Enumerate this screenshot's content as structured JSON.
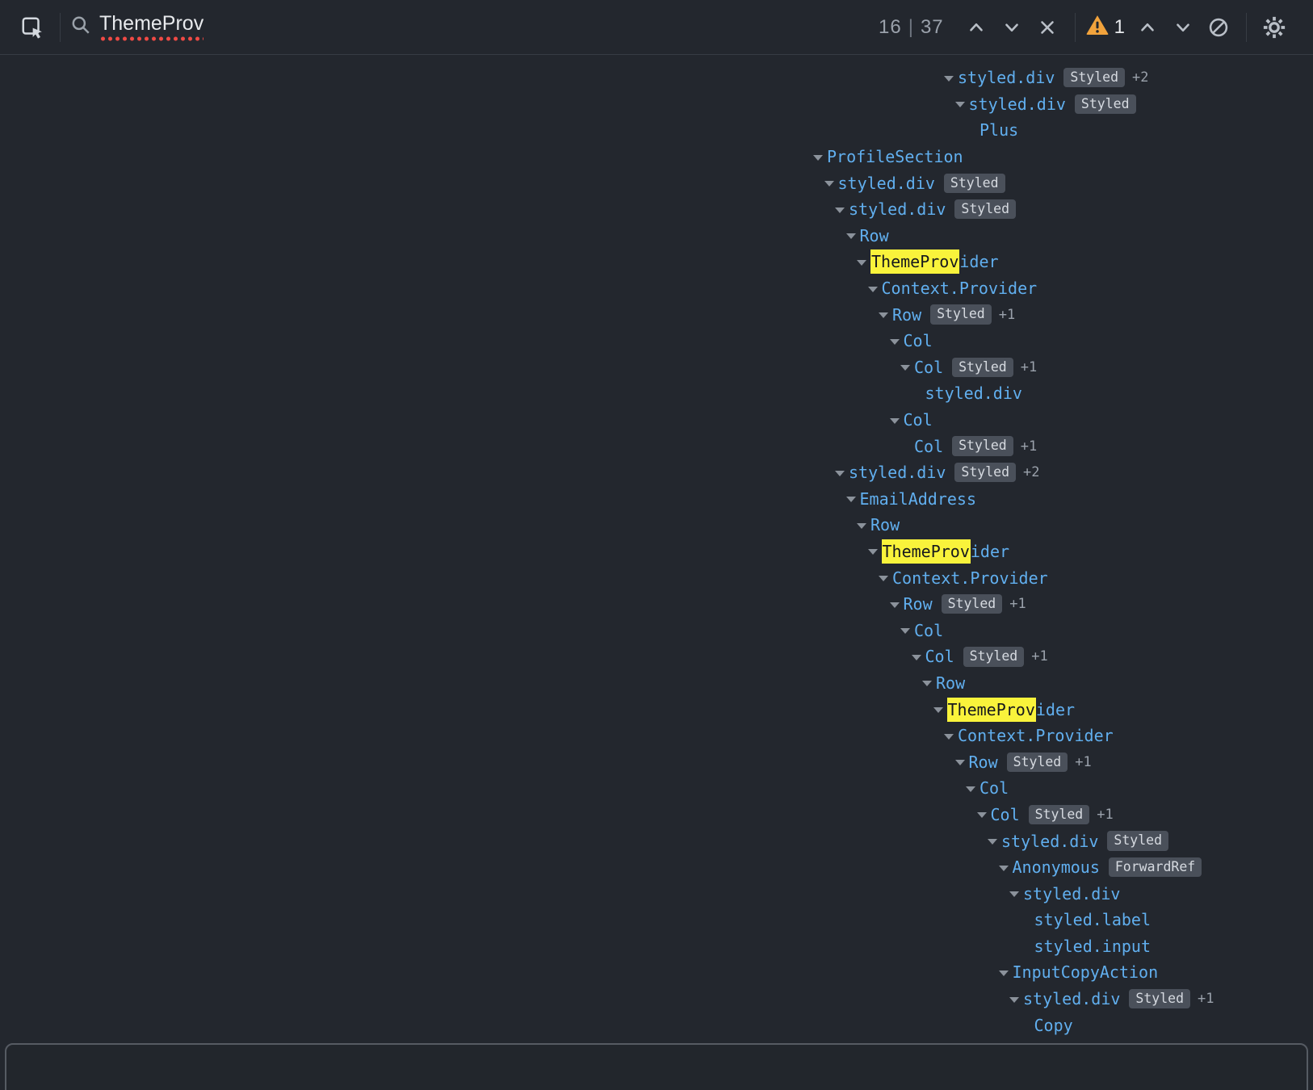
{
  "toolbar": {
    "search": {
      "value": "ThemeProv",
      "placeholder": ""
    },
    "results": {
      "current": "16",
      "separator": "|",
      "total": "37"
    },
    "warnings": {
      "count": "1"
    }
  },
  "icons": {
    "inspect": "cursor-in-box",
    "search": "magnifier",
    "prev_result": "chevron-up",
    "next_result": "chevron-down",
    "clear_search": "x-cross",
    "warning": "warning-triangle",
    "prev_warning": "chevron-up",
    "next_warning": "chevron-down",
    "suspend": "circle-slash",
    "settings": "gear"
  },
  "colors": {
    "bg": "#23272e",
    "border": "#373c44",
    "accent": "#61afef",
    "text": "#e8eaed",
    "muted": "#9aa1ab",
    "badge-bg": "#4a505a",
    "badge-text": "#d6dae0",
    "hl-bg": "#f9f33b",
    "hl-text": "#16181d",
    "warn": "#f2a33c",
    "icon": "#b9bfc7",
    "panel-border": "#565b63"
  },
  "tree": {
    "indent_base": 1007,
    "indent_step": 13.5,
    "rows": [
      {
        "depth": 12,
        "arrow": true,
        "name": "styled.div",
        "badges": [
          "Styled"
        ],
        "plus": "+2"
      },
      {
        "depth": 13,
        "arrow": true,
        "name": "styled.div",
        "badges": [
          "Styled"
        ]
      },
      {
        "depth": 14,
        "arrow": false,
        "name": "Plus"
      },
      {
        "depth": 0,
        "arrow": true,
        "name": "ProfileSection"
      },
      {
        "depth": 1,
        "arrow": true,
        "name": "styled.div",
        "badges": [
          "Styled"
        ]
      },
      {
        "depth": 2,
        "arrow": true,
        "name": "styled.div",
        "badges": [
          "Styled"
        ]
      },
      {
        "depth": 3,
        "arrow": true,
        "name": "Row"
      },
      {
        "depth": 4,
        "arrow": true,
        "name": "ThemeProvider",
        "highlight": "ThemeProv"
      },
      {
        "depth": 5,
        "arrow": true,
        "name": "Context.Provider"
      },
      {
        "depth": 6,
        "arrow": true,
        "name": "Row",
        "badges": [
          "Styled"
        ],
        "plus": "+1"
      },
      {
        "depth": 7,
        "arrow": true,
        "name": "Col"
      },
      {
        "depth": 8,
        "arrow": true,
        "name": "Col",
        "badges": [
          "Styled"
        ],
        "plus": "+1"
      },
      {
        "depth": 9,
        "arrow": false,
        "name": "styled.div"
      },
      {
        "depth": 7,
        "arrow": true,
        "name": "Col"
      },
      {
        "depth": 8,
        "arrow": false,
        "name": "Col",
        "badges": [
          "Styled"
        ],
        "plus": "+1"
      },
      {
        "depth": 2,
        "arrow": true,
        "name": "styled.div",
        "badges": [
          "Styled"
        ],
        "plus": "+2"
      },
      {
        "depth": 3,
        "arrow": true,
        "name": "EmailAddress"
      },
      {
        "depth": 4,
        "arrow": true,
        "name": "Row"
      },
      {
        "depth": 5,
        "arrow": true,
        "name": "ThemeProvider",
        "highlight": "ThemeProv"
      },
      {
        "depth": 6,
        "arrow": true,
        "name": "Context.Provider"
      },
      {
        "depth": 7,
        "arrow": true,
        "name": "Row",
        "badges": [
          "Styled"
        ],
        "plus": "+1"
      },
      {
        "depth": 8,
        "arrow": true,
        "name": "Col"
      },
      {
        "depth": 9,
        "arrow": true,
        "name": "Col",
        "badges": [
          "Styled"
        ],
        "plus": "+1"
      },
      {
        "depth": 10,
        "arrow": true,
        "name": "Row"
      },
      {
        "depth": 11,
        "arrow": true,
        "name": "ThemeProvider",
        "highlight": "ThemeProv"
      },
      {
        "depth": 12,
        "arrow": true,
        "name": "Context.Provider"
      },
      {
        "depth": 13,
        "arrow": true,
        "name": "Row",
        "badges": [
          "Styled"
        ],
        "plus": "+1"
      },
      {
        "depth": 14,
        "arrow": true,
        "name": "Col"
      },
      {
        "depth": 15,
        "arrow": true,
        "name": "Col",
        "badges": [
          "Styled"
        ],
        "plus": "+1"
      },
      {
        "depth": 16,
        "arrow": true,
        "name": "styled.div",
        "badges": [
          "Styled"
        ]
      },
      {
        "depth": 17,
        "arrow": true,
        "name": "Anonymous",
        "badges": [
          "ForwardRef"
        ]
      },
      {
        "depth": 18,
        "arrow": true,
        "name": "styled.div"
      },
      {
        "depth": 19,
        "arrow": false,
        "name": "styled.label"
      },
      {
        "depth": 19,
        "arrow": false,
        "name": "styled.input"
      },
      {
        "depth": 17,
        "arrow": true,
        "name": "InputCopyAction"
      },
      {
        "depth": 18,
        "arrow": true,
        "name": "styled.div",
        "badges": [
          "Styled"
        ],
        "plus": "+1"
      },
      {
        "depth": 19,
        "arrow": false,
        "name": "Copy"
      }
    ]
  }
}
